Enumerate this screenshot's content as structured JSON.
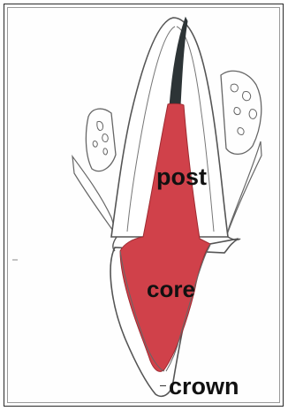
{
  "labels": {
    "post": "post",
    "core": "core",
    "crown": "crown"
  },
  "colors": {
    "post_core_fill": "#d0414a",
    "canal_dark": "#2d3436",
    "outline": "#555555"
  }
}
